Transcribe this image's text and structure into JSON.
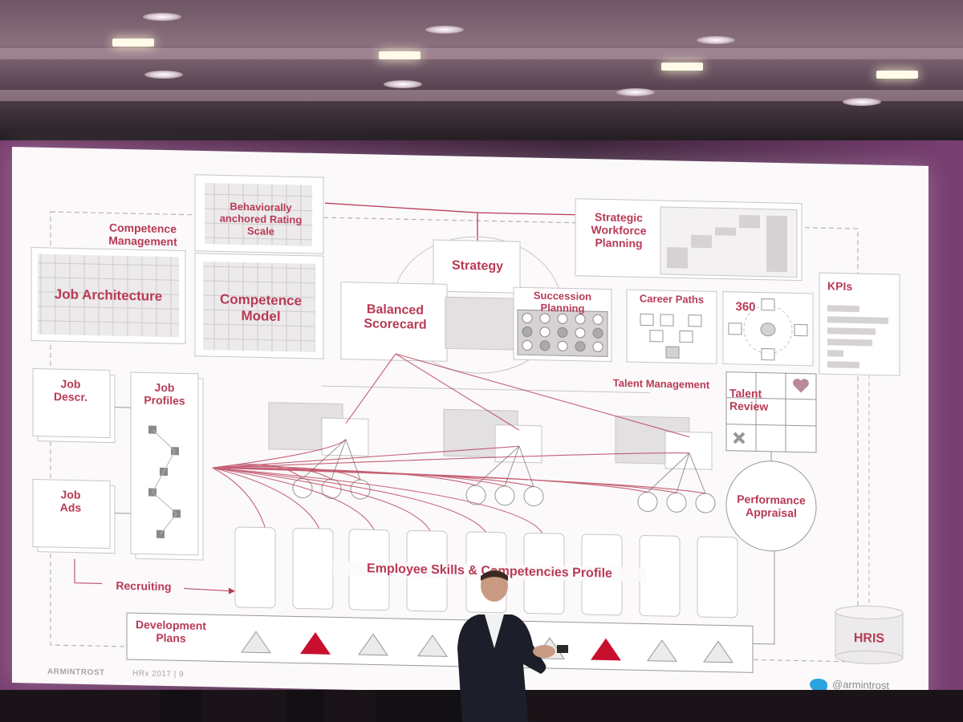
{
  "slide": {
    "labels": {
      "competence_management": "Competence\nManagement",
      "behaviorally_anchored": "Behaviorally\nanchored Rating\nScale",
      "job_architecture": "Job Architecture",
      "competence_model": "Competence\nModel",
      "strategy": "Strategy",
      "balanced_scorecard": "Balanced\nScorecard",
      "strategic_workforce_planning": "Strategic\nWorkforce\nPlanning",
      "kpis": "KPIs",
      "succession_planning": "Succession\nPlanning",
      "career_paths": "Career Paths",
      "three_sixty": "360",
      "talent_management": "Talent Management",
      "talent_review": "Talent\nReview",
      "job_descr": "Job\nDescr.",
      "job_profiles": "Job\nProfiles",
      "job_ads": "Job\nAds",
      "performance_appraisal": "Performance\nAppraisal",
      "employee_skills": "Employee Skills & Competencies Profile",
      "recruiting": "Recruiting",
      "development_plans": "Development\nPlans",
      "hris": "HRIS"
    },
    "footer": {
      "brand": "ARMINTROST",
      "page": "HRx 2017 | 9",
      "handle": "@armintrost"
    },
    "colors": {
      "accent": "#b83a55",
      "line_gray": "#b8b4b6",
      "fill_gray": "#d9d6d8"
    },
    "icons": [
      "twitter-icon",
      "heart-icon",
      "cross-icon"
    ]
  }
}
